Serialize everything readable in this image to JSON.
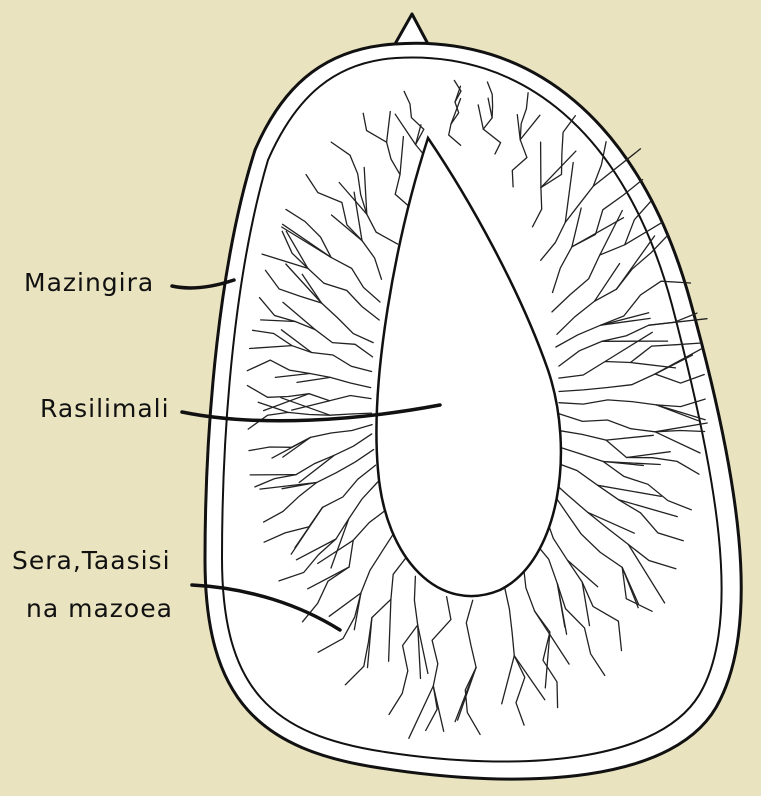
{
  "diagram": {
    "background_color": "#e9e3bf",
    "fruit_fill": "#ffffff",
    "stroke_color": "#111111",
    "labels": {
      "outer": "Mazingira",
      "seed": "Rasilimali",
      "middle_line1": "Sera,Taasisi",
      "middle_line2": "na mazoea"
    }
  }
}
